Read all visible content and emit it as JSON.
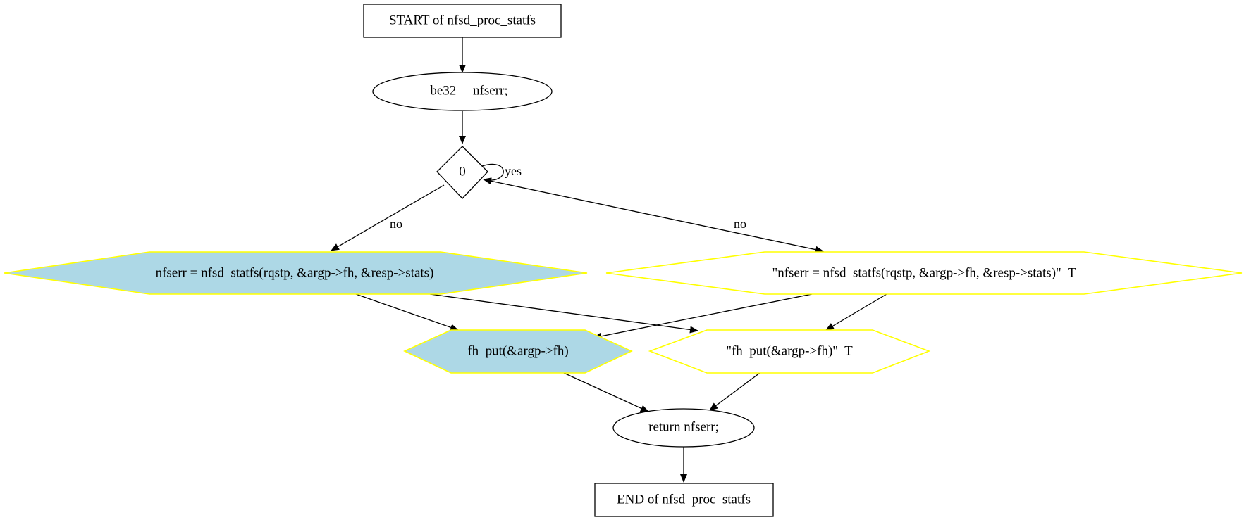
{
  "colors": {
    "highlight_fill": "#add8e6",
    "highlight_border": "#ffff00",
    "default_border": "#000000",
    "background": "#ffffff"
  },
  "nodes": {
    "start": {
      "label": "START of nfsd_proc_statfs",
      "shape": "box"
    },
    "decl": {
      "label": "__be32     nfserr;",
      "shape": "ellipse"
    },
    "cond": {
      "label": "0",
      "shape": "diamond"
    },
    "statfs_call": {
      "label": "nfserr = nfsd  statfs(rqstp, &argp->fh, &resp->stats)",
      "shape": "hexagon",
      "highlighted": true
    },
    "statfs_str": {
      "label": "\"nfserr = nfsd  statfs(rqstp, &argp->fh, &resp->stats)\"  T",
      "shape": "hexagon",
      "highlighted": false
    },
    "fhput_call": {
      "label": "fh  put(&argp->fh)",
      "shape": "hexagon",
      "highlighted": true
    },
    "fhput_str": {
      "label": "\"fh  put(&argp->fh)\"  T",
      "shape": "hexagon",
      "highlighted": false
    },
    "ret": {
      "label": "return nfserr;",
      "shape": "ellipse"
    },
    "end": {
      "label": "END of nfsd_proc_statfs",
      "shape": "box"
    }
  },
  "edges": {
    "yes_label": "yes",
    "no_left_label": "no",
    "no_right_label": "no"
  }
}
